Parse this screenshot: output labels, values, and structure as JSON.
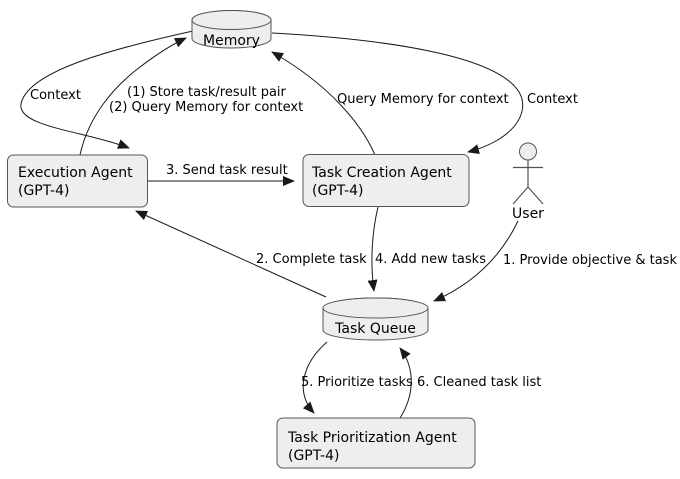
{
  "diagram": {
    "type": "agent-architecture-flow",
    "colors": {
      "background": "#ffffff",
      "node_fill": "#eeeeee",
      "node_stroke": "#555555",
      "line": "#1a1a1a",
      "text": "#000000"
    }
  },
  "nodes": {
    "memory": {
      "label": "Memory",
      "shape": "database-cylinder"
    },
    "execution_agent": {
      "title": "Execution Agent",
      "subtitle": "(GPT-4)",
      "shape": "rounded-rect"
    },
    "task_creation_agent": {
      "title": "Task Creation Agent",
      "subtitle": "(GPT-4)",
      "shape": "rounded-rect"
    },
    "user": {
      "label": "User",
      "shape": "actor-stick-figure"
    },
    "task_queue": {
      "label": "Task Queue",
      "shape": "database-cylinder"
    },
    "task_prioritization_agent": {
      "title": "Task Prioritization Agent",
      "subtitle": "(GPT-4)",
      "shape": "rounded-rect"
    }
  },
  "edges": {
    "memory_to_execution": {
      "label": "Context",
      "from": "memory",
      "to": "execution_agent"
    },
    "execution_to_memory": {
      "label_line1": "(1) Store task/result pair",
      "label_line2": "(2) Query Memory for context",
      "from": "execution_agent",
      "to": "memory"
    },
    "task_creation_to_memory": {
      "label": "Query Memory for context",
      "from": "task_creation_agent",
      "to": "memory"
    },
    "memory_to_task_creation": {
      "label": "Context",
      "from": "memory",
      "to": "task_creation_agent"
    },
    "execution_to_task_creation": {
      "label": "3. Send task result",
      "from": "execution_agent",
      "to": "task_creation_agent"
    },
    "task_queue_to_execution": {
      "label": "2. Complete task",
      "from": "task_queue",
      "to": "execution_agent"
    },
    "task_creation_to_task_queue": {
      "label": "4. Add new tasks",
      "from": "task_creation_agent",
      "to": "task_queue"
    },
    "user_to_task_queue": {
      "label": "1. Provide objective & task",
      "from": "user",
      "to": "task_queue"
    },
    "task_queue_to_prioritization": {
      "label": "5. Prioritize tasks",
      "from": "task_queue",
      "to": "task_prioritization_agent"
    },
    "prioritization_to_task_queue": {
      "label": "6. Cleaned task list",
      "from": "task_prioritization_agent",
      "to": "task_queue"
    }
  }
}
